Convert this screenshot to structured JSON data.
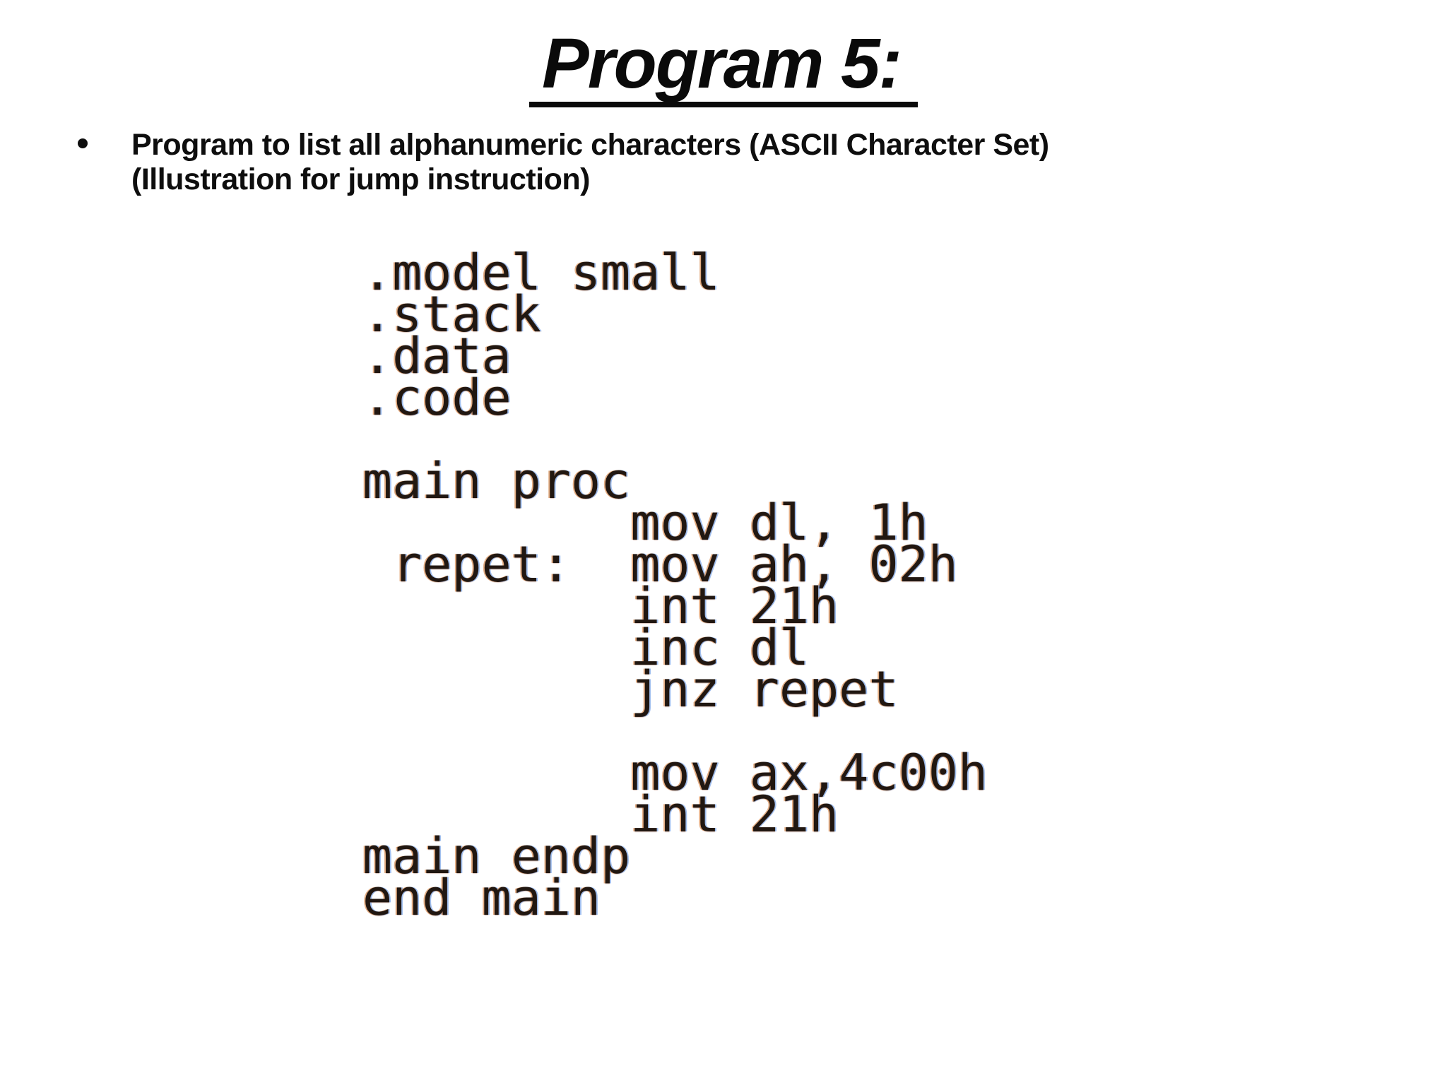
{
  "slide": {
    "title": "Program 5:",
    "bullet": {
      "lines": [
        "Program to list all alphanumeric characters (ASCII Character Set)",
        "(Illustration for jump instruction)"
      ]
    },
    "code": ".model small\n.stack\n.data\n.code\n\nmain proc\n         mov dl, 1h\n repet:  mov ah, 02h\n         int 21h\n         inc dl\n         jnz repet\n\n         mov ax,4c00h\n         int 21h\nmain endp\nend main",
    "colors": {
      "background": "#ffffff",
      "heading_text": "#0a0a0a",
      "body_text": "#0e0e0e",
      "code_text": "#211711",
      "code_fringe_warm": "#cd6e23",
      "code_fringe_cool": "#558ce1"
    }
  }
}
